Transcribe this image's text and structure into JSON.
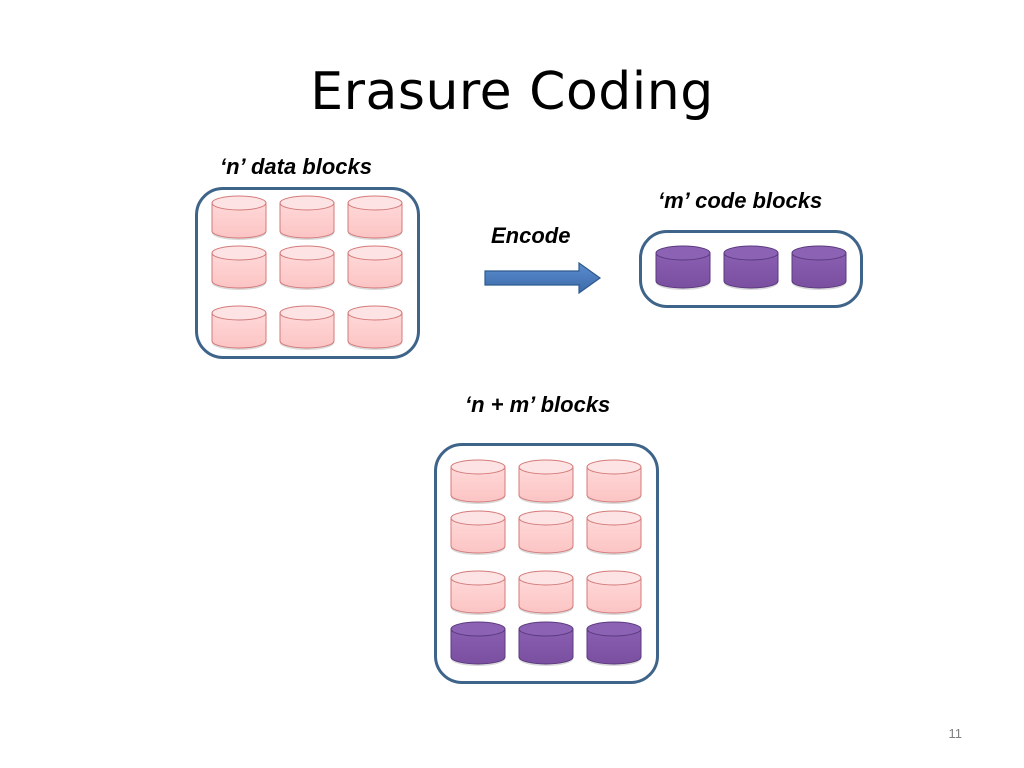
{
  "slide": {
    "title": "Erasure Coding",
    "page_number": "11"
  },
  "labels": {
    "data_blocks": "‘n’ data blocks",
    "code_blocks": "‘m’ code blocks",
    "encode": "Encode",
    "combined_blocks": "‘n + m’ blocks"
  },
  "colors": {
    "data_block_fill": "#fcc4c4",
    "data_block_stroke": "#d47a7a",
    "code_block_fill": "#7a4fa0",
    "group_border": "#3f648a",
    "arrow_fill": "#4a7ab8"
  },
  "groups": {
    "data": {
      "data_blocks": 9,
      "code_blocks": 0
    },
    "code": {
      "data_blocks": 0,
      "code_blocks": 3
    },
    "combined": {
      "data_blocks": 9,
      "code_blocks": 3
    }
  }
}
